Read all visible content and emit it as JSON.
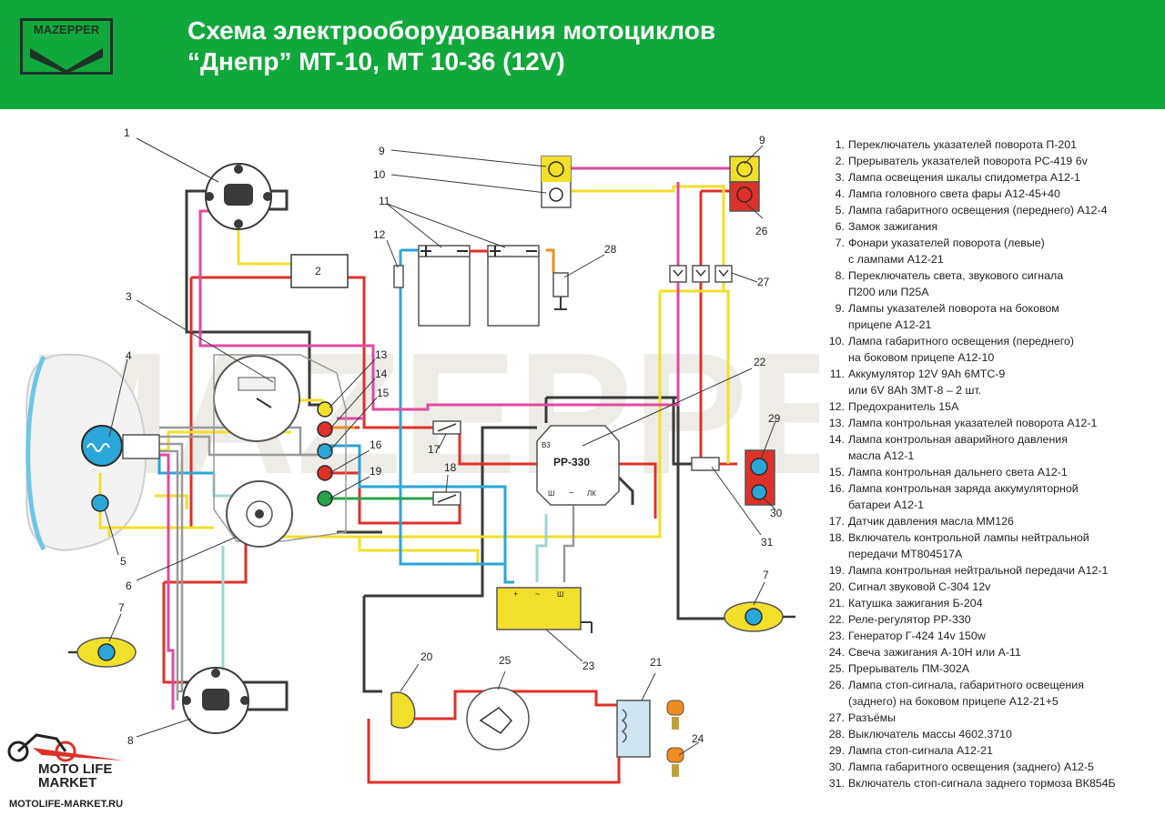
{
  "header": {
    "logo_text": "MAZEPPER",
    "title_line1": "Схема электрооборудования мотоциклов",
    "title_line2": "“Днепр” МТ-10, МТ 10-36 (12V)",
    "background_color": "#10a83a"
  },
  "watermark": "MAZEPPER",
  "callouts": [
    "1",
    "2",
    "3",
    "4",
    "5",
    "6",
    "7",
    "7",
    "8",
    "9",
    "9",
    "10",
    "11",
    "12",
    "13",
    "14",
    "15",
    "16",
    "17",
    "18",
    "19",
    "20",
    "21",
    "22",
    "23",
    "24",
    "25",
    "26",
    "27",
    "28",
    "29",
    "30",
    "31"
  ],
  "component_labels": {
    "regulator": "РР-330",
    "regulator_b3": "В3",
    "regulator_sh": "Ш",
    "regulator_tilde": "~",
    "regulator_lk": "ЛК",
    "generator_plus": "+",
    "generator_tilde": "~",
    "generator_sh": "Ш"
  },
  "wire_colors": {
    "black": "#3a3a3a",
    "red": "#e0302a",
    "yellow": "#f2df2a",
    "blue": "#2aa6d8",
    "pink": "#e04aa0",
    "green": "#27a54a",
    "light_blue": "#9fd6d6",
    "grey": "#9a9a9a",
    "orange": "#ef8c1f"
  },
  "legend": [
    {
      "n": "1.",
      "text": "Переключатель указателей поворота П-201"
    },
    {
      "n": "2.",
      "text": "Прерыватель указателей поворота РС-419 6v"
    },
    {
      "n": "3.",
      "text": "Лампа освещения шкалы спидометра А12-1"
    },
    {
      "n": "4.",
      "text": "Лампа головного света фары А12-45+40"
    },
    {
      "n": "5.",
      "text": "Лампа габаритного освещения (переднего) А12-4"
    },
    {
      "n": "6.",
      "text": "Замок зажигания"
    },
    {
      "n": "7.",
      "text": "Фонари указателей поворота (левые)\nс лампами А12-21"
    },
    {
      "n": "8.",
      "text": "Переключатель света, звукового сигнала\nП200 или П25А"
    },
    {
      "n": "9.",
      "text": "Лампы указателей поворота на боковом\nприцепе А12-21"
    },
    {
      "n": "10.",
      "text": "Лампа габаритного освещения (переднего)\nна боковом прицепе А12-10"
    },
    {
      "n": "11.",
      "text": "Аккумулятор 12V 9Ah 6МТС-9\nили 6V 8Ah 3МТ-8 – 2 шт."
    },
    {
      "n": "12.",
      "text": "Предохранитель 15А"
    },
    {
      "n": "13.",
      "text": "Лампа контрольная указателей поворота А12-1"
    },
    {
      "n": "14.",
      "text": "Лампа контрольная аварийного давления\nмасла А12-1"
    },
    {
      "n": "15.",
      "text": "Лампа контрольная дальнего света А12-1"
    },
    {
      "n": "16.",
      "text": "Лампа контрольная заряда аккумуляторной\nбатареи А12-1"
    },
    {
      "n": "17.",
      "text": "Датчик давления масла ММ126"
    },
    {
      "n": "18.",
      "text": "Включатель контрольной лампы нейтральной\nпередачи МТ804517А"
    },
    {
      "n": "19.",
      "text": "Лампа контрольная нейтральной передачи А12-1"
    },
    {
      "n": "20.",
      "text": "Сигнал звуковой С-304 12v"
    },
    {
      "n": "21.",
      "text": "Катушка зажигания Б-204"
    },
    {
      "n": "22.",
      "text": "Реле-регулятор РР-330"
    },
    {
      "n": "23.",
      "text": "Генератор Г-424 14v 150w"
    },
    {
      "n": "24.",
      "text": "Свеча зажигания А-10Н или А-11"
    },
    {
      "n": "25.",
      "text": "Прерыватель ПМ-302А"
    },
    {
      "n": "26.",
      "text": "Лампа стоп-сигнала, габаритного освещения\n(заднего) на боковом прицепе А12-21+5"
    },
    {
      "n": "27.",
      "text": "Разъёмы"
    },
    {
      "n": "28.",
      "text": "Выключатель массы 4602.3710"
    },
    {
      "n": "29.",
      "text": "Лампа стоп-сигнала А12-21"
    },
    {
      "n": "30.",
      "text": "Лампа габаритного освещения (заднего) А12-5"
    },
    {
      "n": "31.",
      "text": "Включатель стоп-сигнала заднего тормоза ВК854Б"
    }
  ],
  "brand": {
    "line1": "MOTO LIFE",
    "line2": "MARKET",
    "url": "MOTOLIFE-MARKET.RU"
  }
}
